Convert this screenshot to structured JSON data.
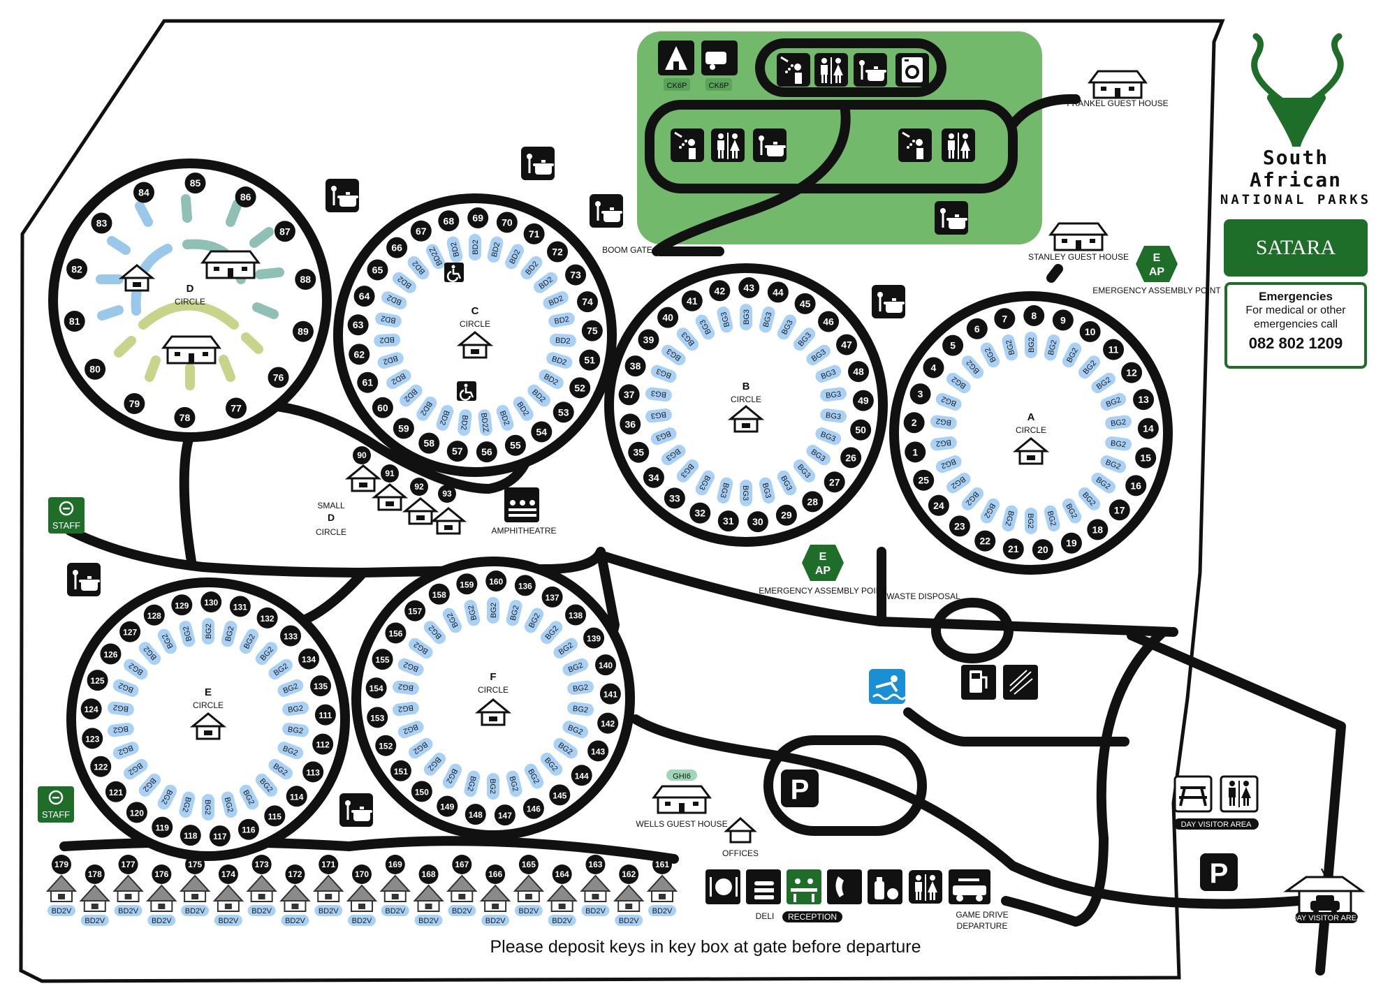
{
  "brand": {
    "org_line1": "South African",
    "org_line2": "NATIONAL PARKS",
    "camp_name": "SATARA",
    "emergency_title": "Emergencies",
    "emergency_text_line1": "For medical or other",
    "emergency_text_line2": "emergencies call",
    "emergency_phone": "082 802 1209"
  },
  "colors": {
    "brand_green": "#1e6e2a",
    "camping_area": "#73b96c",
    "road": "#111111",
    "site_badge": "#a9d0f5",
    "badge_text": "#1a1a1a"
  },
  "footer_note": "Please deposit keys in key box at gate before departure",
  "circles": [
    {
      "id": "D",
      "name": "D",
      "sub": "CIRCLE",
      "sites": [
        "85",
        "86",
        "87",
        "88",
        "89",
        "76",
        "77",
        "78",
        "79",
        "80",
        "81",
        "82",
        "83",
        "84"
      ],
      "badges": []
    },
    {
      "id": "C",
      "name": "C",
      "sub": "CIRCLE",
      "sites": [
        "69",
        "70",
        "71",
        "72",
        "73",
        "74",
        "75",
        "51",
        "52",
        "53",
        "54",
        "55",
        "56",
        "57",
        "58",
        "59",
        "60",
        "61",
        "62",
        "63",
        "64",
        "65",
        "66",
        "67",
        "68"
      ],
      "badges": [
        "BD2",
        "BD2",
        "BD2",
        "BD2",
        "BD2",
        "BD2",
        "BD2",
        "BD2",
        "BD2",
        "BD2",
        "BD2",
        "BD2",
        "BD2",
        "BD2Z",
        "BD2",
        "BD2",
        "BD2",
        "BD2",
        "BD2",
        "BD2",
        "BD2",
        "BD2",
        "BD2",
        "BD2",
        "BD2",
        "BD2Z",
        "BD2"
      ]
    },
    {
      "id": "B",
      "name": "B",
      "sub": "CIRCLE",
      "sites": [
        "43",
        "44",
        "45",
        "46",
        "47",
        "48",
        "49",
        "50",
        "26",
        "27",
        "28",
        "29",
        "30",
        "31",
        "32",
        "33",
        "34",
        "35",
        "36",
        "37",
        "38",
        "39",
        "40",
        "41",
        "42"
      ],
      "badges": [
        "BG3",
        "BG3",
        "BG3",
        "BG3",
        "BG3",
        "BG3",
        "BG3",
        "BG3",
        "BG3",
        "BG3",
        "BG3",
        "BG3",
        "BG3",
        "BG3",
        "BG3",
        "BG3",
        "BG3",
        "BG3",
        "BG3",
        "BG3",
        "BG3",
        "BG3",
        "BG3",
        "BG3",
        "BG3",
        "BG3"
      ]
    },
    {
      "id": "A",
      "name": "A",
      "sub": "CIRCLE",
      "sites": [
        "8",
        "9",
        "10",
        "11",
        "12",
        "13",
        "14",
        "15",
        "16",
        "17",
        "18",
        "19",
        "20",
        "21",
        "22",
        "23",
        "24",
        "25",
        "1",
        "2",
        "3",
        "4",
        "5",
        "6",
        "7"
      ],
      "badges": [
        "BG2",
        "BG2",
        "BG2",
        "BG2",
        "BG2",
        "BG2",
        "BG2",
        "BG2",
        "BG2",
        "BG2",
        "BG2",
        "BG2",
        "BG2",
        "BG2",
        "BG2",
        "BG2",
        "BG2",
        "BG2",
        "BG2",
        "BG2",
        "BG2",
        "BG2",
        "BG2",
        "BG2",
        "BG2",
        "BG2"
      ]
    },
    {
      "id": "E",
      "name": "E",
      "sub": "CIRCLE",
      "sites": [
        "130",
        "131",
        "132",
        "133",
        "134",
        "135",
        "111",
        "112",
        "113",
        "114",
        "115",
        "116",
        "117",
        "118",
        "119",
        "120",
        "121",
        "122",
        "123",
        "124",
        "125",
        "126",
        "127",
        "128",
        "129"
      ],
      "badges": [
        "BG2",
        "BG2",
        "BG2",
        "BG2",
        "BG2",
        "BG2",
        "BG2",
        "BG2",
        "BG2",
        "BG2",
        "BG2",
        "BG2",
        "BG2",
        "BG2",
        "BG2",
        "BG2",
        "BG2",
        "BG2",
        "BG2",
        "BG2",
        "BG2",
        "BG2",
        "BG2",
        "BG2",
        "BG2",
        "BG2"
      ]
    },
    {
      "id": "F",
      "name": "F",
      "sub": "CIRCLE",
      "sites": [
        "160",
        "136",
        "137",
        "138",
        "139",
        "140",
        "141",
        "142",
        "143",
        "144",
        "145",
        "146",
        "147",
        "148",
        "149",
        "150",
        "151",
        "152",
        "153",
        "154",
        "155",
        "156",
        "157",
        "158",
        "159"
      ],
      "badges": [
        "BG2",
        "BG2",
        "BG2",
        "BG2",
        "BG2",
        "BG2",
        "BG2",
        "BG2",
        "BG2",
        "BG2",
        "BG2",
        "BG2",
        "BG2",
        "BG2",
        "BG2",
        "BG2",
        "BG2",
        "BG2",
        "BG2",
        "BG2",
        "BG2",
        "BG2",
        "BG2",
        "BG2",
        "BG2",
        "BG2"
      ]
    }
  ],
  "small_d": {
    "label_line1": "SMALL",
    "label_line2": "D",
    "label_line3": "CIRCLE",
    "sites": [
      "90",
      "91",
      "92",
      "93"
    ]
  },
  "bottom_row": [
    {
      "site": "179",
      "badge": "BD2V"
    },
    {
      "site": "178",
      "badge": "BD2V"
    },
    {
      "site": "177",
      "badge": "BD2V"
    },
    {
      "site": "176",
      "badge": "BD2V"
    },
    {
      "site": "175",
      "badge": "BD2V"
    },
    {
      "site": "174",
      "badge": "BD2V"
    },
    {
      "site": "173",
      "badge": "BD2V"
    },
    {
      "site": "172",
      "badge": "BD2V"
    },
    {
      "site": "171",
      "badge": "BD2V"
    },
    {
      "site": "170",
      "badge": "BD2V"
    },
    {
      "site": "169",
      "badge": "BD2V"
    },
    {
      "site": "168",
      "badge": "BD2V"
    },
    {
      "site": "167",
      "badge": "BD2V"
    },
    {
      "site": "166",
      "badge": "BD2V"
    },
    {
      "site": "165",
      "badge": "BD2V"
    },
    {
      "site": "164",
      "badge": "BD2V"
    },
    {
      "site": "163",
      "badge": "BD2V"
    },
    {
      "site": "162",
      "badge": "BD2V"
    },
    {
      "site": "161",
      "badge": "BD2V"
    }
  ],
  "labels": {
    "boom_gate": "BOOM GATE",
    "frankel": "FRANKEL GUEST HOUSE",
    "stanley": "STANLEY GUEST HOUSE",
    "ck6p": "CK6P",
    "eap_top": "EMERGENCY ASSEMBLY POINT",
    "eap_mid": "EMERGENCY ASSEMBLY POINT",
    "eap_letter_e": "E",
    "eap_letters_ap": "AP",
    "waste": "WASTE DISPOSAL",
    "amphitheatre": "AMPHITHEATRE",
    "staff": "STAFF",
    "ghi6": "GHI6",
    "wells": "WELLS GUEST HOUSE",
    "offices": "OFFICES",
    "deli": "DELI",
    "reception": "RECEPTION",
    "game_drive_line1": "GAME DRIVE",
    "game_drive_line2": "DEPARTURE",
    "day_visitor": "DAY VISITOR AREA",
    "day_visitor_parking": "DAY VISITOR AREA",
    "parking": "P"
  },
  "icons": {
    "kudu_logo": "kudu-head-icon",
    "braai": "braai-pot-icon",
    "shower": "shower-icon",
    "toilets": "toilets-icon",
    "washing": "washing-machine-icon",
    "tent": "tent-icon",
    "caravan": "caravan-icon",
    "wheelchair": "wheelchair-icon",
    "fuel": "fuel-pump-icon",
    "swimming": "swimming-icon",
    "picnic": "picnic-table-icon",
    "restaurant": "restaurant-icon",
    "telephone": "telephone-icon"
  }
}
